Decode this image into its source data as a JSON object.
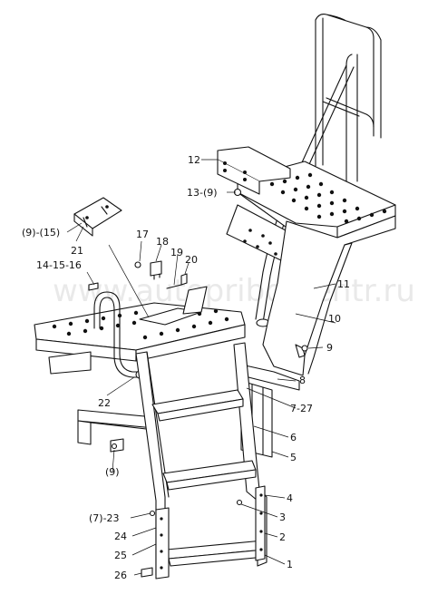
{
  "watermark": "www.autopriborcentr.ru",
  "labels": {
    "l1": "1",
    "l2": "2",
    "l3": "3",
    "l4": "4",
    "l5": "5",
    "l6": "6",
    "l7_27": "7-27",
    "l7_23": "(7)-23",
    "l8": "8",
    "l9_right": "9",
    "l9_bottom": "(9)",
    "l9_15": "(9)-(15)",
    "l10": "10",
    "l11": "11",
    "l12": "12",
    "l13_9": "13-(9)",
    "l14_15_16": "14-15-16",
    "l17": "17",
    "l18": "18",
    "l19": "19",
    "l20": "20",
    "l21": "21",
    "l22": "22",
    "l24": "24",
    "l25": "25",
    "l26": "26"
  }
}
